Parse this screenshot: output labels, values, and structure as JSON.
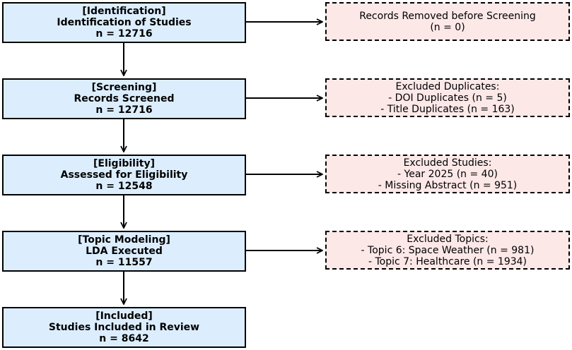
{
  "stages": [
    {
      "tag": "[Identification]",
      "title": "Identification of Studies",
      "count": "n = 12716"
    },
    {
      "tag": "[Screening]",
      "title": "Records Screened",
      "count": "n = 12716"
    },
    {
      "tag": "[Eligibility]",
      "title": "Assessed for Eligibility",
      "count": "n = 12548"
    },
    {
      "tag": "[Topic Modeling]",
      "title": "LDA Executed",
      "count": "n = 11557"
    },
    {
      "tag": "[Included]",
      "title": "Studies Included in Review",
      "count": "n = 8642"
    }
  ],
  "exclusions": [
    {
      "title": "Records Removed before Screening",
      "lines": [
        "(n = 0)"
      ]
    },
    {
      "title": "Excluded Duplicates:",
      "lines": [
        "- DOI Duplicates (n = 5)",
        "- Title Duplicates (n = 163)"
      ]
    },
    {
      "title": "Excluded Studies:",
      "lines": [
        "- Year 2025 (n = 40)",
        "- Missing Abstract (n = 951)"
      ]
    },
    {
      "title": "Excluded Topics:",
      "lines": [
        "- Topic 6: Space Weather (n = 981)",
        "- Topic 7: Healthcare (n = 1934)"
      ]
    }
  ],
  "colors": {
    "stage_fill": "#dceefe",
    "exclusion_fill": "#fde8e8",
    "stroke": "#000000"
  }
}
